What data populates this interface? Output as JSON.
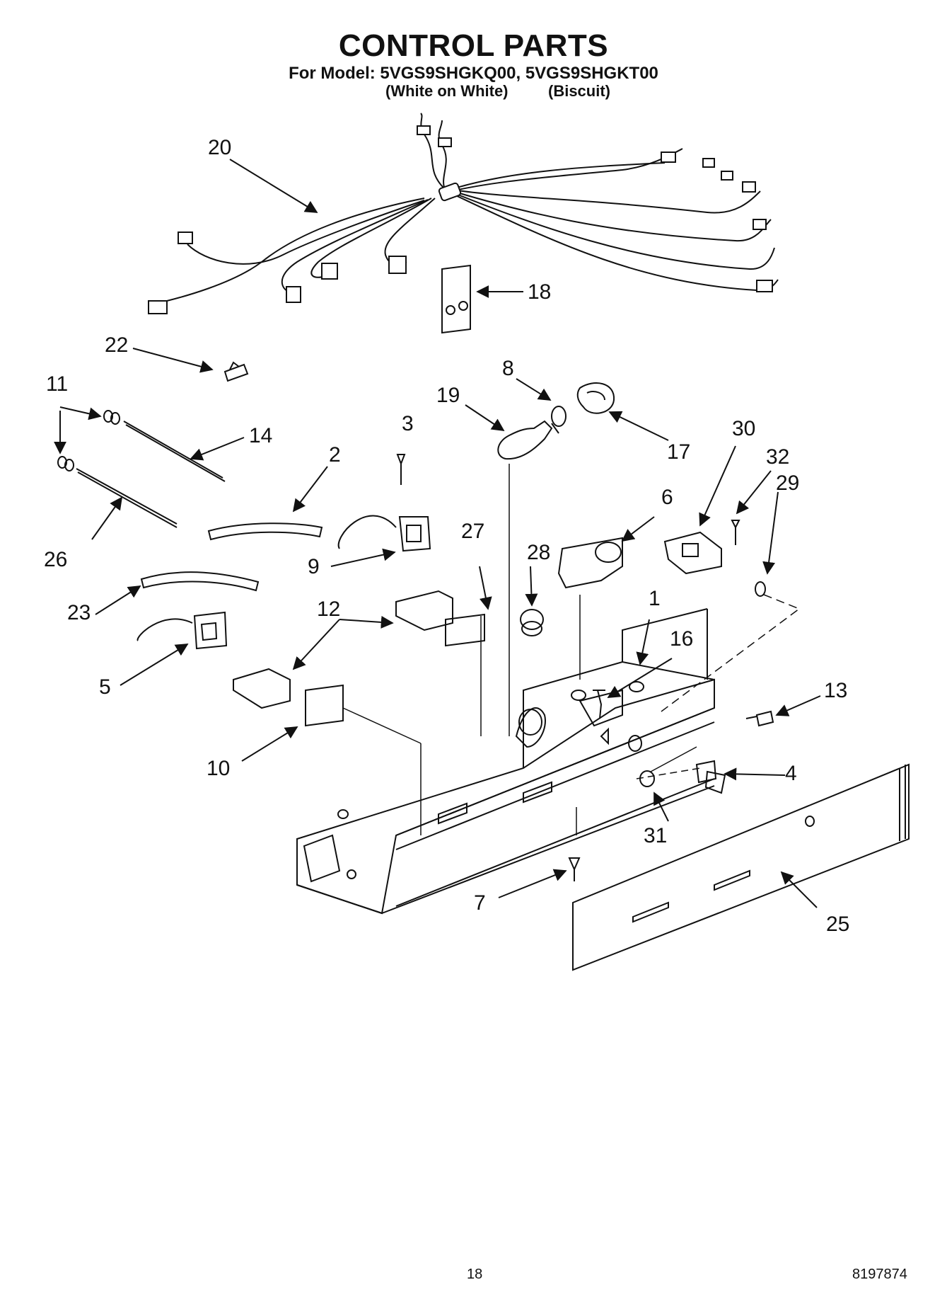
{
  "header": {
    "title": "CONTROL PARTS",
    "model_line": "For Model: 5VGS9SHGKQ00, 5VGS9SHGKT00",
    "variants": [
      "(White on White)",
      "(Biscuit)"
    ]
  },
  "callouts": [
    "20",
    "18",
    "22",
    "11",
    "14",
    "8",
    "19",
    "17",
    "3",
    "2",
    "30",
    "32",
    "29",
    "26",
    "9",
    "27",
    "6",
    "28",
    "23",
    "12",
    "1",
    "16",
    "5",
    "13",
    "10",
    "4",
    "31",
    "7",
    "25"
  ],
  "footer": {
    "page_number": "18",
    "doc_number": "8197874"
  }
}
